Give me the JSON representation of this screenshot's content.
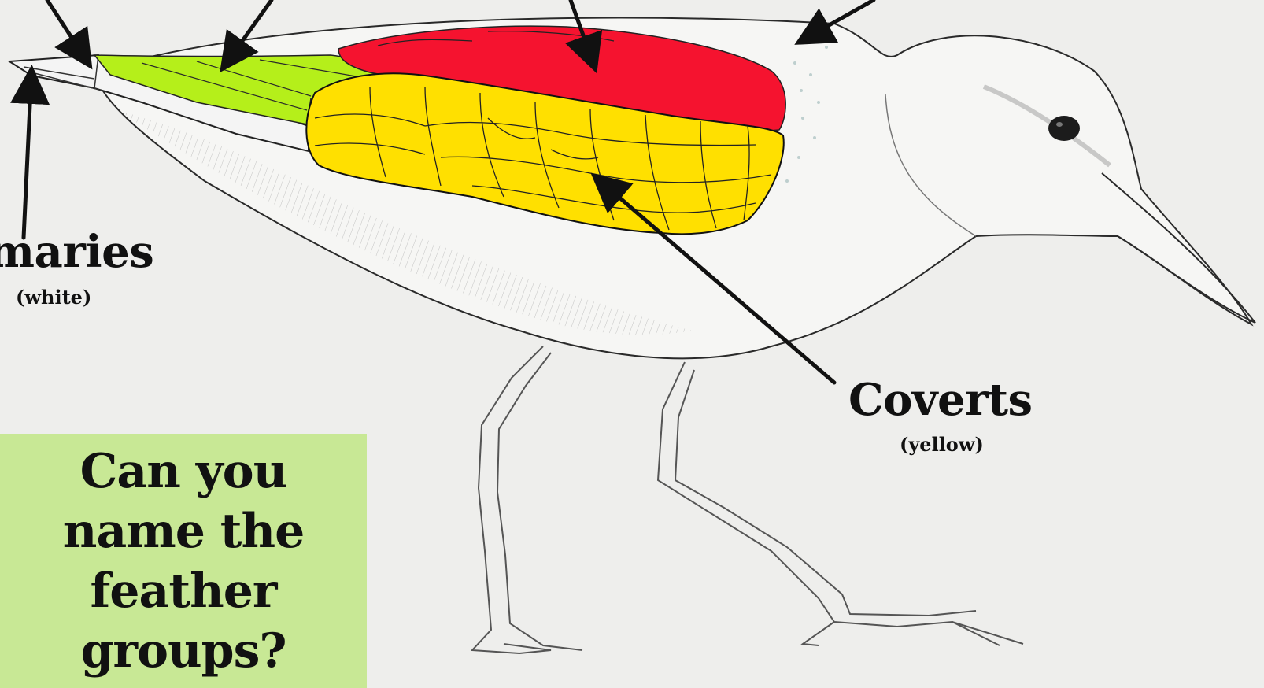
{
  "labels": {
    "primaries": {
      "name": "imaries",
      "color_note": "(white)"
    },
    "coverts": {
      "name": "Coverts",
      "color_note": "(yellow)"
    }
  },
  "question": {
    "lines": [
      "Can you",
      "name the",
      "feather",
      "groups?"
    ]
  },
  "colors": {
    "background": "#eeeeec",
    "coverts": "#ffe000",
    "top_group": "#f5132f",
    "secondaries": "#b5ef1a",
    "primaries": "#f4f4f4",
    "question_box": "#c8e895",
    "ink": "#111111"
  }
}
